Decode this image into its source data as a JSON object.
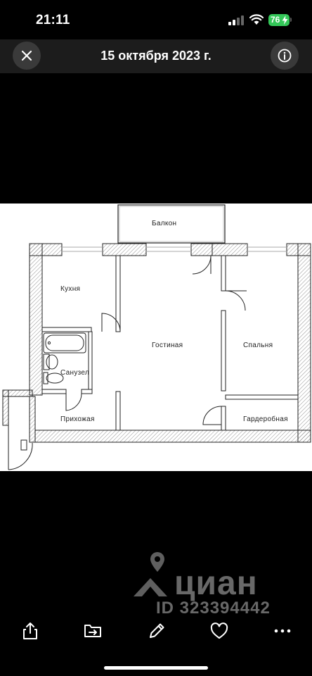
{
  "status": {
    "time": "21:11",
    "battery": "76"
  },
  "header": {
    "title": "15 октября 2023 г."
  },
  "icons": {
    "close": "close-icon",
    "info": "info-icon",
    "share": "share-icon",
    "move": "folder-move-icon",
    "edit": "pencil-icon",
    "favorite": "heart-icon",
    "more": "more-icon"
  },
  "floorplan": {
    "rooms": {
      "balcony": "Балкон",
      "kitchen": "Кухня",
      "living": "Гостиная",
      "bedroom": "Спальня",
      "bathroom": "Санузел",
      "hall": "Прихожая",
      "wardrobe": "Гардеробная"
    }
  },
  "watermark": {
    "name": "циан",
    "id": "ID 323394442"
  },
  "colors": {
    "background": "#000000",
    "nav_bar": "#1c1c1c",
    "button": "#3a3a3a",
    "battery": "#34c759"
  }
}
